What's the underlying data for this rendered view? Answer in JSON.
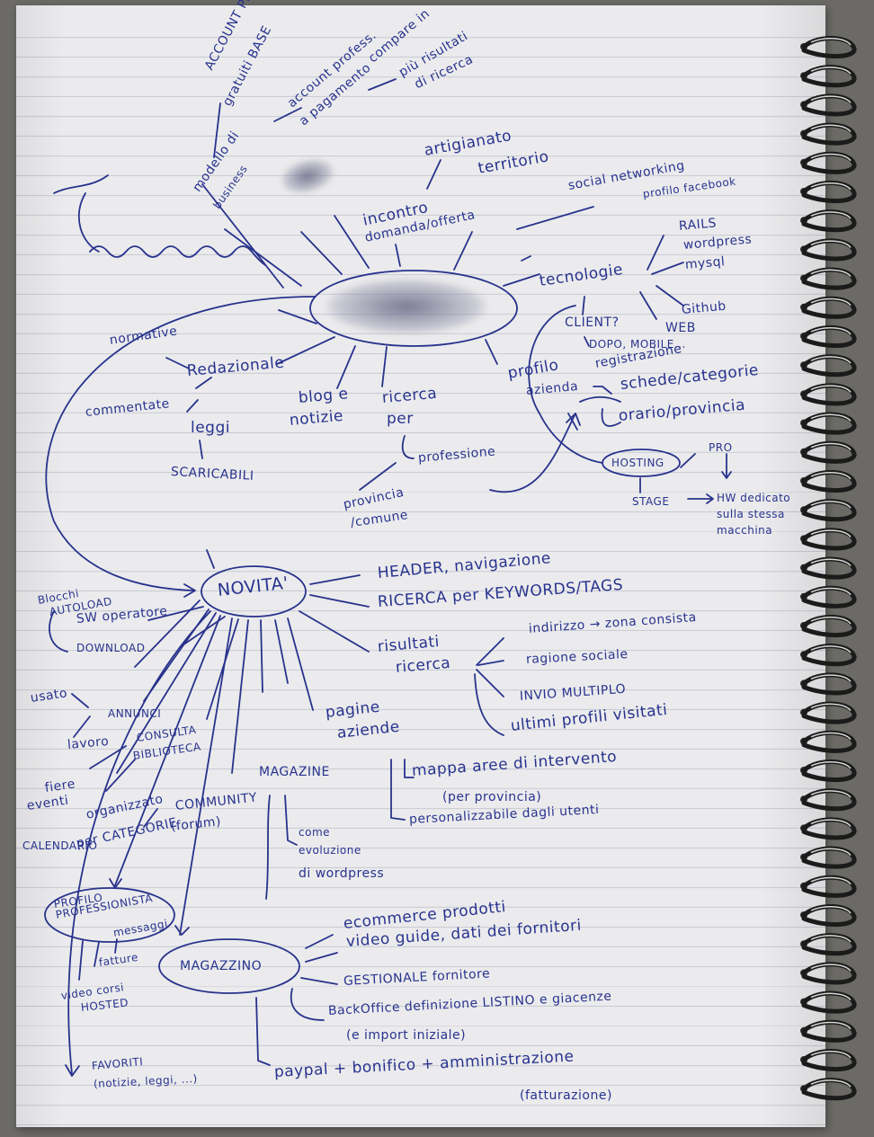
{
  "notes": {
    "top": {
      "account_free": "ACCOUNT PROFESS.",
      "account_free_2": "gratuiti BASE",
      "account_paid": "account profess.",
      "account_paid_2": "a pagamento",
      "account_paid_3": "compare in",
      "piu_risultati": "più risultati",
      "di_ricerca": "di ricerca",
      "modello": "modello di",
      "business": "business",
      "artigianato": "artigianato",
      "territorio": "territorio",
      "incontro": "incontro",
      "domanda": "domanda/offerta",
      "social": "social networking",
      "social_2": "profilo facebook",
      "tecnologie": "tecnologie",
      "rails": "RAILS",
      "wordpress": "wordpress",
      "mysql": "mysql",
      "github": "Github",
      "client": "CLIENT?",
      "web": "WEB",
      "dopo_mobile": "DOPO, MOBILE...",
      "profilo": "profilo",
      "azienda": "azienda",
      "registrazione": "registrazione",
      "schede": "schede/categorie",
      "orario": "orario/provincia",
      "hosting": "HOSTING",
      "pro": "PRO",
      "stage": "STAGE",
      "hw": "HW dedicato",
      "sulla_stessa": "sulla stessa",
      "macchina": "macchina",
      "normative": "normative",
      "redazionale": "Redazionale",
      "commentate": "commentate",
      "leggi": "leggi",
      "scaricabili": "SCARICABILI",
      "blog": "blog e",
      "notizie": "notizie",
      "ricerca_per": "ricerca",
      "per": "per",
      "professione": "professione",
      "provincia": "provincia",
      "comune": "/comune"
    },
    "bottom": {
      "novita": "NOVITA'",
      "header": "HEADER, navigazione",
      "ricerca_kw": "RICERCA per KEYWORDS/TAGS",
      "risultati": "risultati",
      "ricerca": "ricerca",
      "indirizzo": "indirizzo → zona consista",
      "ragione": "ragione sociale",
      "invio": "INVIO MULTIPLO",
      "ultimi": "ultimi profili visitati",
      "pagine": "pagine",
      "aziende": "aziende",
      "mappa": "mappa aree di intervento",
      "per_provincia": "(per provincia)",
      "personalizzabile": "personalizzabile dagli utenti",
      "blocchi": "Blocchi",
      "autoload": "AUTOLOAD",
      "sw": "SW operatore",
      "download": "DOWNLOAD",
      "usato": "usato",
      "annunci": "ANNUNCI",
      "lavoro": "lavoro",
      "consulta": "CONSULTA",
      "biblioteca": "BIBLIOTECA",
      "fiere": "fiere",
      "eventi": "eventi",
      "calendario": "CALENDARIO",
      "organizzato": "organizzato",
      "per_categorie": "per CATEGORIE",
      "community": "COMMUNITY",
      "forum": "(forum)",
      "magazine": "MAGAZINE",
      "come": "come",
      "evoluzione": "evoluzione",
      "di_wordpress": "di wordpress",
      "profilo_prof": "PROFILO",
      "professionista": "PROFESSIONISTA",
      "messaggi": "messaggi",
      "fatture": "fatture",
      "video_corsi": "video corsi",
      "hosted": "HOSTED",
      "magazzino": "MAGAZZINO",
      "ecommerce": "ecommerce prodotti",
      "video_guide": "video guide, dati dei fornitori",
      "gestionale": "GESTIONALE fornitore",
      "backoffice": "BackOffice definizione LISTINO e giacenze",
      "import": "(e import iniziale)",
      "paypal": "paypal + bonifico + amministrazione",
      "fatturazione": "(fatturazione)",
      "favoriti": "FAVORITI",
      "favoriti_2": "(notizie, leggi, ...)"
    }
  }
}
